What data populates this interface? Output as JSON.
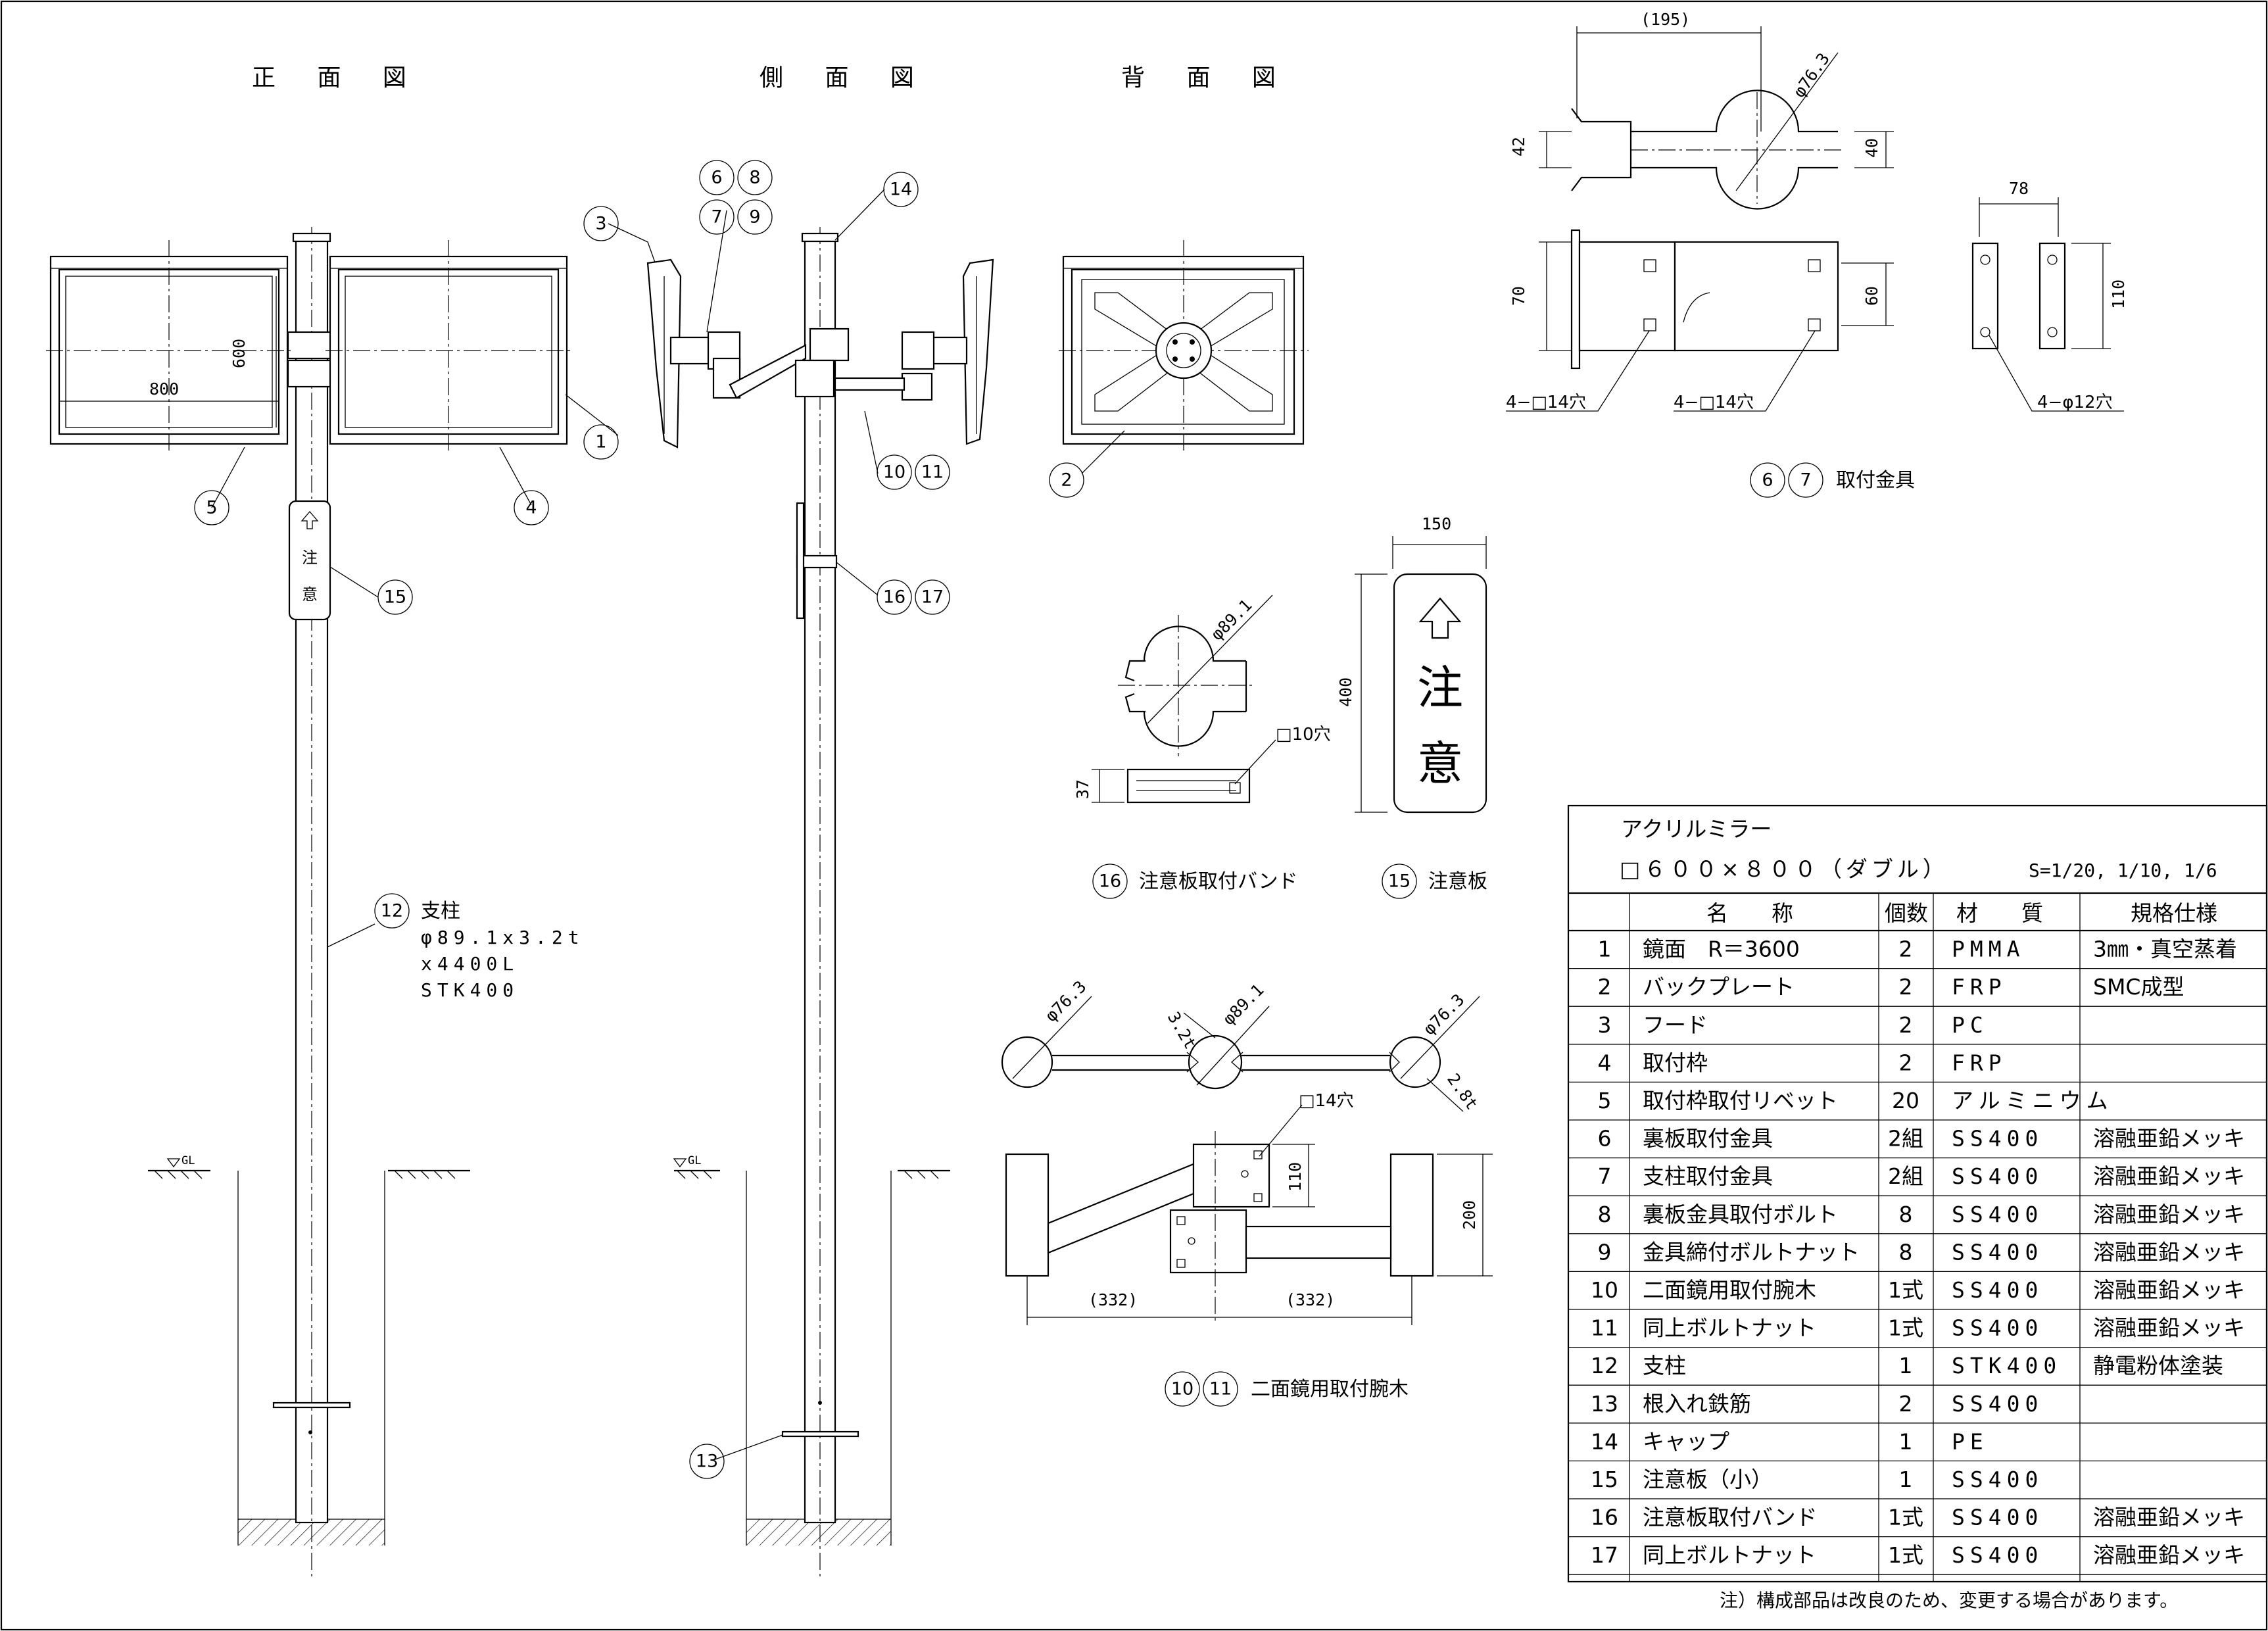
{
  "views": {
    "front": "正 面 図",
    "side": "側 面 図",
    "back": "背 面 図"
  },
  "front_view": {
    "width_dim": "800",
    "height_dim": "600",
    "balloons": [
      "3",
      "1",
      "5",
      "4",
      "15"
    ]
  },
  "side_view": {
    "balloons": [
      "6",
      "8",
      "7",
      "9",
      "14",
      "10",
      "11",
      "16",
      "17",
      "13"
    ]
  },
  "back_view": {
    "balloons": [
      "2"
    ]
  },
  "ground_label": "GL",
  "pole_note": {
    "balloon": "12",
    "name": "支柱",
    "lines": [
      "φ89.1x3.2t",
      "x4400L",
      "STK400"
    ]
  },
  "bracket_detail": {
    "dims": {
      "top_width": "(195)",
      "dia": "φ76.3",
      "h42": "42",
      "h40": "40",
      "h70": "70",
      "h60": "60",
      "w78": "78",
      "h110": "110"
    },
    "holes_a": "4−□14穴",
    "holes_b": "4−□14穴",
    "holes_c": "4−φ12穴",
    "balloons": [
      "6",
      "7"
    ],
    "caption": "取付金具"
  },
  "band_detail": {
    "dia": "φ89.1",
    "hole": "□10穴",
    "h37": "37",
    "balloon": "16",
    "caption": "注意板取付バンド"
  },
  "sign_detail": {
    "w150": "150",
    "h400": "400",
    "char1": "注",
    "char2": "意",
    "balloon": "15",
    "caption": "注意板"
  },
  "arm_detail": {
    "dia_left": "φ76.3",
    "thk": "3.2t",
    "dia_mid": "φ89.1",
    "dia_right": "φ76.3",
    "thk2": "2.8t",
    "hole": "□14穴",
    "h110": "110",
    "h200": "200",
    "w_left": "(332)",
    "w_right": "(332)",
    "balloons": [
      "10",
      "11"
    ],
    "caption": "二面鏡用取付腕木"
  },
  "parts_table": {
    "title1": "アクリルミラー",
    "title2": "□６００×８００（ダブル）",
    "scale": "S=1/20, 1/10, 1/6",
    "headers": [
      "",
      "名　　称",
      "個数",
      "材　　質",
      "規格仕様"
    ],
    "rows": [
      [
        "1",
        "鏡面　R＝3600",
        "2",
        "PMMA",
        "3㎜・真空蒸着"
      ],
      [
        "2",
        "バックプレート",
        "2",
        "FRP",
        "SMC成型"
      ],
      [
        "3",
        "フード",
        "2",
        "PC",
        ""
      ],
      [
        "4",
        "取付枠",
        "2",
        "FRP",
        ""
      ],
      [
        "5",
        "取付枠取付リベット",
        "20",
        "アルミニウム",
        ""
      ],
      [
        "6",
        "裏板取付金具",
        "2組",
        "SS400",
        "溶融亜鉛メッキ"
      ],
      [
        "7",
        "支柱取付金具",
        "2組",
        "SS400",
        "溶融亜鉛メッキ"
      ],
      [
        "8",
        "裏板金具取付ボルト",
        "8",
        "SS400",
        "溶融亜鉛メッキ"
      ],
      [
        "9",
        "金具締付ボルトナット",
        "8",
        "SS400",
        "溶融亜鉛メッキ"
      ],
      [
        "10",
        "二面鏡用取付腕木",
        "1式",
        "SS400",
        "溶融亜鉛メッキ"
      ],
      [
        "11",
        "同上ボルトナット",
        "1式",
        "SS400",
        "溶融亜鉛メッキ"
      ],
      [
        "12",
        "支柱",
        "1",
        "STK400",
        "静電粉体塗装"
      ],
      [
        "13",
        "根入れ鉄筋",
        "2",
        "SS400",
        ""
      ],
      [
        "14",
        "キャップ",
        "1",
        "PE",
        ""
      ],
      [
        "15",
        "注意板（小）",
        "1",
        "SS400",
        ""
      ],
      [
        "16",
        "注意板取付バンド",
        "1式",
        "SS400",
        "溶融亜鉛メッキ"
      ],
      [
        "17",
        "同上ボルトナット",
        "1式",
        "SS400",
        "溶融亜鉛メッキ"
      ]
    ],
    "footnote": "注）構成部品は改良のため、変更する場合があります。"
  }
}
